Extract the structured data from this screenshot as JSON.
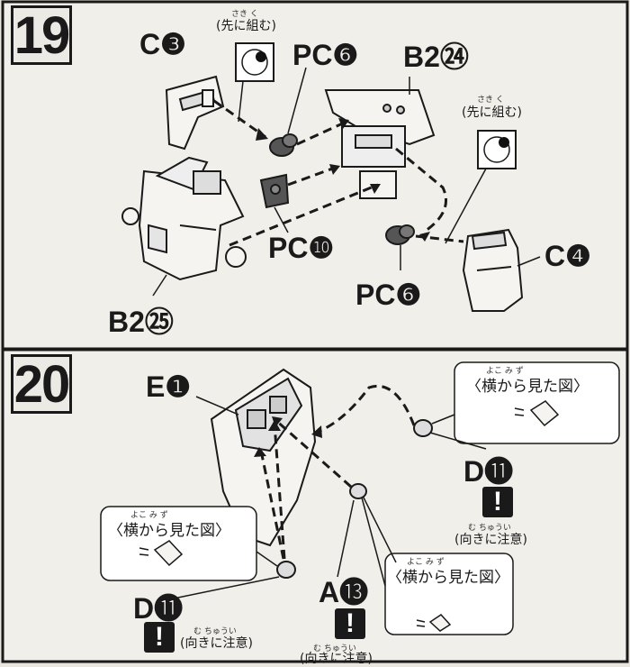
{
  "steps": [
    {
      "number": "19",
      "labels": {
        "c3": "C❸",
        "pcg_top": "PC❻",
        "b2_24": "B2㉔",
        "pcj": "PC❿",
        "c4": "C❹",
        "pcg_bottom": "PC❻",
        "b2_25": "B2㉕"
      },
      "notes": {
        "assemble_first_left": "(先に組む)",
        "assemble_first_left_ruby": "さき く",
        "assemble_first_right": "(先に組む)",
        "assemble_first_right_ruby": "さき く"
      }
    },
    {
      "number": "20",
      "labels": {
        "e1": "E❶",
        "d11_right": "D⓫",
        "d11_left": "D⓫",
        "a13": "A⓭"
      },
      "notes": {
        "side_view_1": "〈横から見た図〉",
        "side_view_2": "〈横から見た図〉",
        "side_view_3": "〈横から見た図〉",
        "side_view_ruby": "よこ み ず",
        "orientation_1": "(向きに注意)",
        "orientation_2": "(向きに注意)",
        "orientation_3": "(向きに注意)",
        "orientation_ruby": "む ちゅうい",
        "warning_mark": "!"
      }
    }
  ]
}
